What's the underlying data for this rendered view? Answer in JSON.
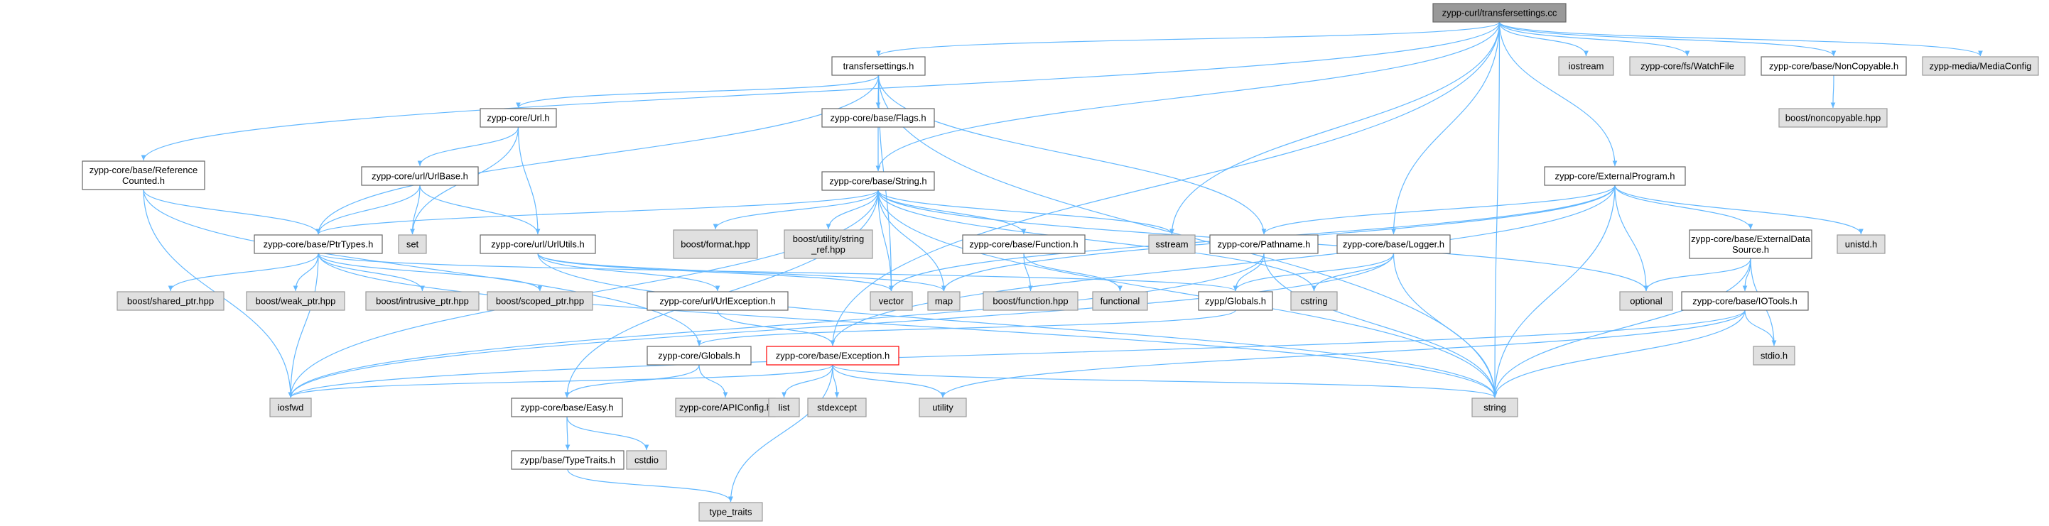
{
  "colors": {
    "edge": "#63b8ff",
    "root_fill": "#999999",
    "root_stroke": "#666666",
    "local_fill": "#ffffff",
    "local_stroke": "#666666",
    "system_fill": "#e0e0e0",
    "system_stroke": "#999999",
    "highlight_stroke": "#ff0000"
  },
  "nodes": [
    {
      "id": "root",
      "kind": "root",
      "lines": [
        "zypp-curl/transfersettings.cc"
      ]
    },
    {
      "id": "transfersettings",
      "kind": "local",
      "lines": [
        "transfersettings.h"
      ]
    },
    {
      "id": "iostream",
      "kind": "system",
      "lines": [
        "iostream"
      ]
    },
    {
      "id": "watchfile",
      "kind": "system",
      "lines": [
        "zypp-core/fs/WatchFile"
      ]
    },
    {
      "id": "noncopyable",
      "kind": "local",
      "lines": [
        "zypp-core/base/NonCopyable.h"
      ]
    },
    {
      "id": "mediaconfig",
      "kind": "system",
      "lines": [
        "zypp-media/MediaConfig"
      ]
    },
    {
      "id": "boostnoncopyable",
      "kind": "system",
      "lines": [
        "boost/noncopyable.hpp"
      ]
    },
    {
      "id": "url",
      "kind": "local",
      "lines": [
        "zypp-core/Url.h"
      ]
    },
    {
      "id": "flags",
      "kind": "local",
      "lines": [
        "zypp-core/base/Flags.h"
      ]
    },
    {
      "id": "refcounted",
      "kind": "local",
      "lines": [
        "zypp-core/base/Reference",
        "Counted.h"
      ]
    },
    {
      "id": "urlbase",
      "kind": "local",
      "lines": [
        "zypp-core/url/UrlBase.h"
      ]
    },
    {
      "id": "stringh",
      "kind": "local",
      "lines": [
        "zypp-core/base/String.h"
      ]
    },
    {
      "id": "externalprogram",
      "kind": "local",
      "lines": [
        "zypp-core/ExternalProgram.h"
      ]
    },
    {
      "id": "ptrtypes",
      "kind": "local",
      "lines": [
        "zypp-core/base/PtrTypes.h"
      ]
    },
    {
      "id": "set",
      "kind": "system",
      "lines": [
        "set"
      ]
    },
    {
      "id": "urlutils",
      "kind": "local",
      "lines": [
        "zypp-core/url/UrlUtils.h"
      ]
    },
    {
      "id": "boostformat",
      "kind": "system",
      "lines": [
        "boost/format.hpp"
      ]
    },
    {
      "id": "stringref",
      "kind": "system",
      "lines": [
        "boost/utility/string",
        "_ref.hpp"
      ]
    },
    {
      "id": "function",
      "kind": "local",
      "lines": [
        "zypp-core/base/Function.h"
      ]
    },
    {
      "id": "sstream",
      "kind": "system",
      "lines": [
        "sstream"
      ]
    },
    {
      "id": "pathname",
      "kind": "local",
      "lines": [
        "zypp-core/Pathname.h"
      ]
    },
    {
      "id": "logger",
      "kind": "local",
      "lines": [
        "zypp-core/base/Logger.h"
      ]
    },
    {
      "id": "externaldata",
      "kind": "local",
      "lines": [
        "zypp-core/base/ExternalData",
        "Source.h"
      ]
    },
    {
      "id": "unistd",
      "kind": "system",
      "lines": [
        "unistd.h"
      ]
    },
    {
      "id": "sharedptr",
      "kind": "system",
      "lines": [
        "boost/shared_ptr.hpp"
      ]
    },
    {
      "id": "weakptr",
      "kind": "system",
      "lines": [
        "boost/weak_ptr.hpp"
      ]
    },
    {
      "id": "intrusiveptr",
      "kind": "system",
      "lines": [
        "boost/intrusive_ptr.hpp"
      ]
    },
    {
      "id": "scopedptr",
      "kind": "system",
      "lines": [
        "boost/scoped_ptr.hpp"
      ]
    },
    {
      "id": "urlexception",
      "kind": "local",
      "lines": [
        "zypp-core/url/UrlException.h"
      ]
    },
    {
      "id": "vector",
      "kind": "system",
      "lines": [
        "vector"
      ]
    },
    {
      "id": "map",
      "kind": "system",
      "lines": [
        "map"
      ]
    },
    {
      "id": "boostfunction",
      "kind": "system",
      "lines": [
        "boost/function.hpp"
      ]
    },
    {
      "id": "functional",
      "kind": "system",
      "lines": [
        "functional"
      ]
    },
    {
      "id": "zyppglobals",
      "kind": "local",
      "lines": [
        "zypp/Globals.h"
      ]
    },
    {
      "id": "cstring",
      "kind": "system",
      "lines": [
        "cstring"
      ]
    },
    {
      "id": "optional",
      "kind": "system",
      "lines": [
        "optional"
      ]
    },
    {
      "id": "iotools",
      "kind": "local",
      "lines": [
        "zypp-core/base/IOTools.h"
      ]
    },
    {
      "id": "coreglobals",
      "kind": "local",
      "lines": [
        "zypp-core/Globals.h"
      ]
    },
    {
      "id": "exception",
      "kind": "highlight",
      "lines": [
        "zypp-core/base/Exception.h"
      ]
    },
    {
      "id": "stdio",
      "kind": "system",
      "lines": [
        "stdio.h"
      ]
    },
    {
      "id": "iosfwd",
      "kind": "system",
      "lines": [
        "iosfwd"
      ]
    },
    {
      "id": "easy",
      "kind": "local",
      "lines": [
        "zypp-core/base/Easy.h"
      ]
    },
    {
      "id": "apiconfig",
      "kind": "system",
      "lines": [
        "zypp-core/APIConfig.h"
      ]
    },
    {
      "id": "list",
      "kind": "system",
      "lines": [
        "list"
      ]
    },
    {
      "id": "stdexcept",
      "kind": "system",
      "lines": [
        "stdexcept"
      ]
    },
    {
      "id": "utility",
      "kind": "system",
      "lines": [
        "utility"
      ]
    },
    {
      "id": "string",
      "kind": "system",
      "lines": [
        "string"
      ]
    },
    {
      "id": "typetraits",
      "kind": "local",
      "lines": [
        "zypp/base/TypeTraits.h"
      ]
    },
    {
      "id": "cstdio",
      "kind": "system",
      "lines": [
        "cstdio"
      ]
    },
    {
      "id": "type_traits",
      "kind": "system",
      "lines": [
        "type_traits"
      ]
    }
  ],
  "edges": [
    [
      "root",
      "transfersettings"
    ],
    [
      "root",
      "iostream"
    ],
    [
      "root",
      "watchfile"
    ],
    [
      "root",
      "noncopyable"
    ],
    [
      "root",
      "mediaconfig"
    ],
    [
      "root",
      "refcounted"
    ],
    [
      "root",
      "stringh"
    ],
    [
      "root",
      "externalprogram"
    ],
    [
      "root",
      "sstream"
    ],
    [
      "root",
      "logger"
    ],
    [
      "root",
      "exception"
    ],
    [
      "root",
      "string"
    ],
    [
      "noncopyable",
      "boostnoncopyable"
    ],
    [
      "transfersettings",
      "url"
    ],
    [
      "transfersettings",
      "flags"
    ],
    [
      "transfersettings",
      "ptrtypes"
    ],
    [
      "transfersettings",
      "pathname"
    ],
    [
      "transfersettings",
      "vector"
    ],
    [
      "transfersettings",
      "string"
    ],
    [
      "url",
      "urlbase"
    ],
    [
      "url",
      "urlutils"
    ],
    [
      "url",
      "set"
    ],
    [
      "flags",
      "stringh"
    ],
    [
      "refcounted",
      "ptrtypes"
    ],
    [
      "refcounted",
      "iosfwd"
    ],
    [
      "refcounted",
      "coreglobals"
    ],
    [
      "urlbase",
      "ptrtypes"
    ],
    [
      "urlbase",
      "urlutils"
    ],
    [
      "urlbase",
      "set"
    ],
    [
      "stringh",
      "ptrtypes"
    ],
    [
      "stringh",
      "boostformat"
    ],
    [
      "stringh",
      "stringref"
    ],
    [
      "stringh",
      "function"
    ],
    [
      "stringh",
      "sstream"
    ],
    [
      "stringh",
      "vector"
    ],
    [
      "stringh",
      "map"
    ],
    [
      "stringh",
      "iosfwd"
    ],
    [
      "stringh",
      "string"
    ],
    [
      "stringh",
      "cstring"
    ],
    [
      "stringh",
      "optional"
    ],
    [
      "stringh",
      "easy"
    ],
    [
      "externalprogram",
      "pathname"
    ],
    [
      "externalprogram",
      "externaldata"
    ],
    [
      "externalprogram",
      "unistd"
    ],
    [
      "externalprogram",
      "optional"
    ],
    [
      "externalprogram",
      "vector"
    ],
    [
      "externalprogram",
      "map"
    ],
    [
      "externalprogram",
      "string"
    ],
    [
      "externalprogram",
      "exception"
    ],
    [
      "ptrtypes",
      "sharedptr"
    ],
    [
      "ptrtypes",
      "weakptr"
    ],
    [
      "ptrtypes",
      "intrusiveptr"
    ],
    [
      "ptrtypes",
      "scopedptr"
    ],
    [
      "ptrtypes",
      "iosfwd"
    ],
    [
      "ptrtypes",
      "string"
    ],
    [
      "ptrtypes",
      "zyppglobals"
    ],
    [
      "urlutils",
      "urlexception"
    ],
    [
      "urlutils",
      "vector"
    ],
    [
      "urlutils",
      "map"
    ],
    [
      "urlutils",
      "string"
    ],
    [
      "function",
      "boostfunction"
    ],
    [
      "function",
      "functional"
    ],
    [
      "pathname",
      "zyppglobals"
    ],
    [
      "pathname",
      "string"
    ],
    [
      "pathname",
      "iosfwd"
    ],
    [
      "logger",
      "zyppglobals"
    ],
    [
      "logger",
      "cstring"
    ],
    [
      "logger",
      "string"
    ],
    [
      "logger",
      "iosfwd"
    ],
    [
      "externaldata",
      "optional"
    ],
    [
      "externaldata",
      "iotools"
    ],
    [
      "externaldata",
      "stdio"
    ],
    [
      "externaldata",
      "string"
    ],
    [
      "urlexception",
      "exception"
    ],
    [
      "zyppglobals",
      "coreglobals"
    ],
    [
      "iotools",
      "stdio"
    ],
    [
      "iotools",
      "string"
    ],
    [
      "iotools",
      "utility"
    ],
    [
      "iotools",
      "iosfwd"
    ],
    [
      "coreglobals",
      "easy"
    ],
    [
      "coreglobals",
      "apiconfig"
    ],
    [
      "exception",
      "iosfwd"
    ],
    [
      "exception",
      "list"
    ],
    [
      "exception",
      "stdexcept"
    ],
    [
      "exception",
      "utility"
    ],
    [
      "exception",
      "string"
    ],
    [
      "exception",
      "type_traits"
    ],
    [
      "easy",
      "typetraits"
    ],
    [
      "easy",
      "cstdio"
    ],
    [
      "typetraits",
      "type_traits"
    ]
  ]
}
